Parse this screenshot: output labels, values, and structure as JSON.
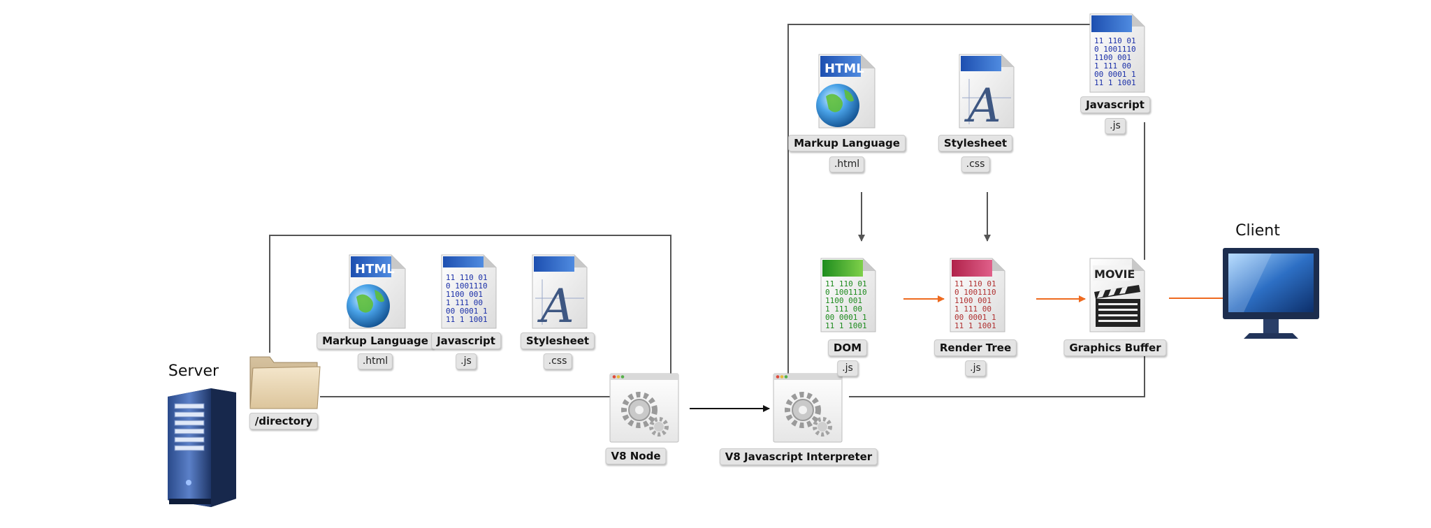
{
  "labels": {
    "server": "Server",
    "client": "Client",
    "directory": "/directory",
    "left_html": "Markup Language",
    "left_html_ext": ".html",
    "left_js": "Javascript",
    "left_js_ext": ".js",
    "left_css": "Stylesheet",
    "left_css_ext": ".css",
    "v8_node": "V8 Node",
    "v8_interp": "V8 Javascript Interpreter",
    "top_html": "Markup Language",
    "top_html_ext": ".html",
    "top_css": "Stylesheet",
    "top_css_ext": ".css",
    "top_js": "Javascript",
    "top_js_ext": ".js",
    "dom": "DOM",
    "dom_ext": ".js",
    "render_tree": "Render Tree",
    "render_tree_ext": ".js",
    "graphics_buffer": "Graphics Buffer"
  },
  "icon_text": {
    "html_badge": "HTML",
    "movie": "MOVIE",
    "css_glyph": "A",
    "binary_lines": [
      "11 110 01",
      "0 1001110",
      "1100 001",
      "1 111 00",
      "00 0001 1",
      "11 1 1001"
    ]
  },
  "colors": {
    "connector": "#555555",
    "arrow_black": "#111111",
    "arrow_orange": "#ee6a1f",
    "binary_blue": "#1a2fa8",
    "binary_green": "#1c8a1c",
    "binary_red": "#b03030"
  }
}
